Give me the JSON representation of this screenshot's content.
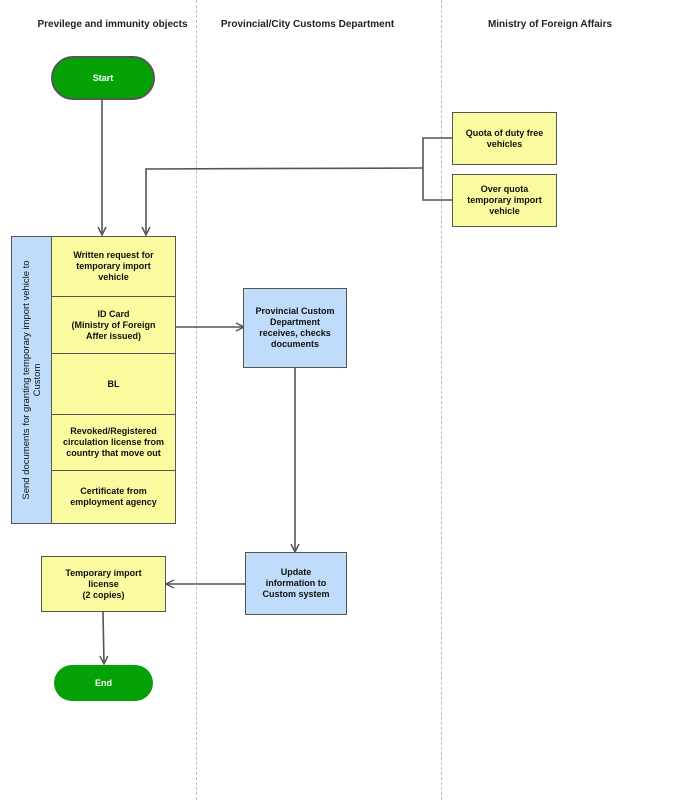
{
  "lanes": [
    {
      "title": "Previlege and immunity objects"
    },
    {
      "title": "Provincial/City Customs Department"
    },
    {
      "title": "Ministry of Foreign Affairs"
    }
  ],
  "nodes": {
    "start": "Start",
    "end": "End",
    "quota_duty_free": "Quota of duty free\nvehicles",
    "over_quota": "Over quota\ntemporary import\nvehicle",
    "send_documents": "Send documents for granting temporary import vehicle to\nCustom",
    "documents": [
      "Written request for\ntemporary import\nvehicle",
      "ID Card\n(Ministry of Foreign\nAffer issued)",
      "BL",
      "Revoked/Registered\ncirculation license from\ncountry that move out",
      "Certificate from\nemployment agency"
    ],
    "provincial_receives": "Provincial Custom\nDepartment\nreceives, checks\ndocuments",
    "update_info": "Update\ninformation to\nCustom system",
    "temp_license": "Temporary import\nlicense\n(2 copies)"
  },
  "colors": {
    "terminal": "#06a106",
    "process_yellow": "#fafa9f",
    "process_blue": "#bfdcfb",
    "connector": "#555555"
  }
}
